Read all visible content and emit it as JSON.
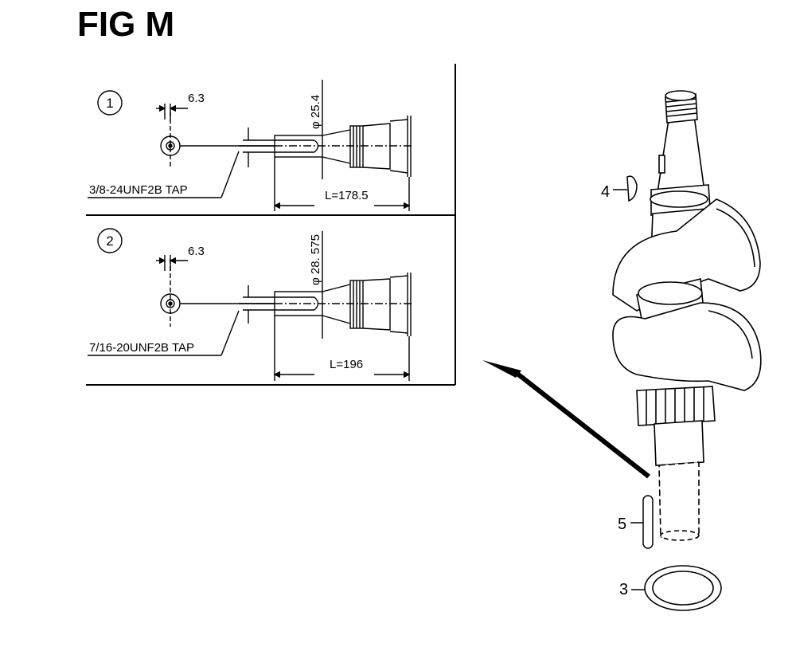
{
  "figure": {
    "title": "FIG M"
  },
  "variants": [
    {
      "number": "1",
      "offset": "6.3",
      "diameter": "φ 25.4",
      "tap": "3/8-24UNF2B TAP",
      "length": "L=178.5"
    },
    {
      "number": "2",
      "offset": "6.3",
      "diameter": "φ 28. 575",
      "tap": "7/16-20UNF2B TAP",
      "length": "L=196"
    }
  ],
  "callouts": [
    {
      "number": "4"
    },
    {
      "number": "5"
    },
    {
      "number": "3"
    }
  ]
}
